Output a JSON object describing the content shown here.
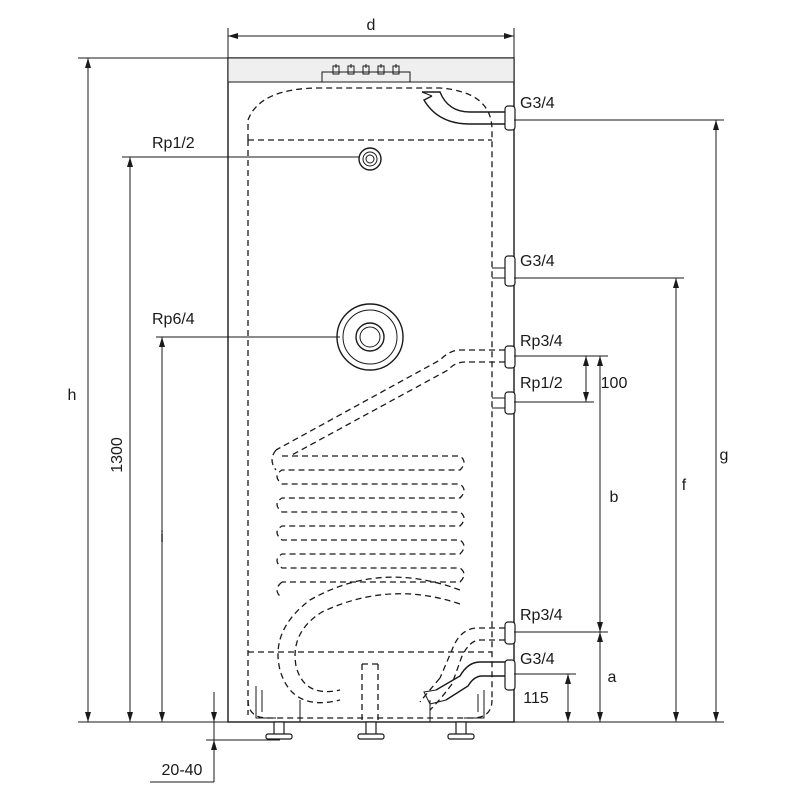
{
  "drawing": {
    "labels": {
      "d": "d",
      "h": "h",
      "g": "g",
      "f": "f",
      "i": "i",
      "b": "b",
      "a": "a",
      "h1300": "1300",
      "d100": "100",
      "d115": "115",
      "d2040": "20-40"
    },
    "connections": {
      "top_right": "G3/4",
      "mid_right": "G3/4",
      "coil_in": "Rp3/4",
      "sensor": "Rp1/2",
      "coil_out": "Rp3/4",
      "bottom_right": "G3/4",
      "thermometer": "Rp1/2",
      "flange": "Rp6/4"
    }
  }
}
